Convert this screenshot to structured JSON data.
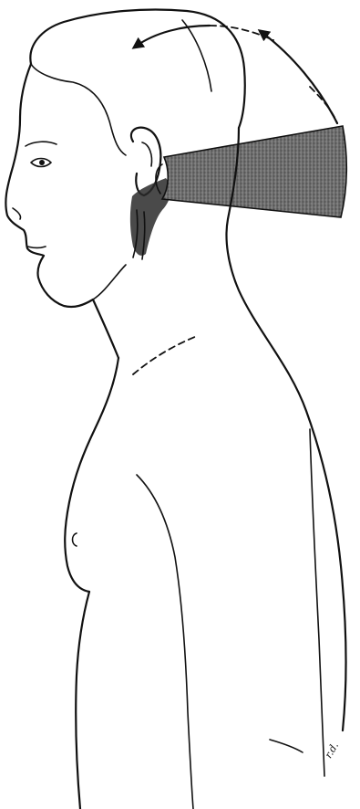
{
  "figure": {
    "subject": "person-profile-with-neck-stretch",
    "signature": "r.d.",
    "colors": {
      "ink": "#111111",
      "band_dark": "#4a4a4a",
      "band_mid": "#8a8a8a",
      "background": "#ffffff"
    },
    "elements": {
      "band": "elastic-band",
      "motion_arrow": "curved-arrow-backward",
      "guide_line": "dashed-neck-line"
    }
  }
}
